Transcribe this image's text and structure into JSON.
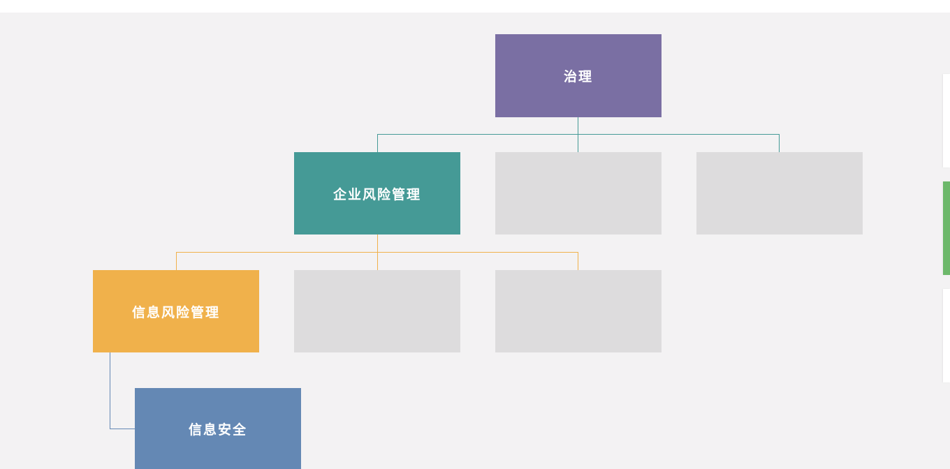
{
  "diagram": {
    "nodes": {
      "governance": {
        "label": "治理",
        "color": "#7a6fa3"
      },
      "enterprise_risk": {
        "label": "企业风险管理",
        "color": "#459a96"
      },
      "info_risk": {
        "label": "信息风险管理",
        "color": "#f0b14b"
      },
      "info_security": {
        "label": "信息安全",
        "color": "#6488b4"
      }
    },
    "connector_colors": {
      "level1": "#459a96",
      "level2": "#f0b14b",
      "level3": "#6488b4"
    }
  }
}
